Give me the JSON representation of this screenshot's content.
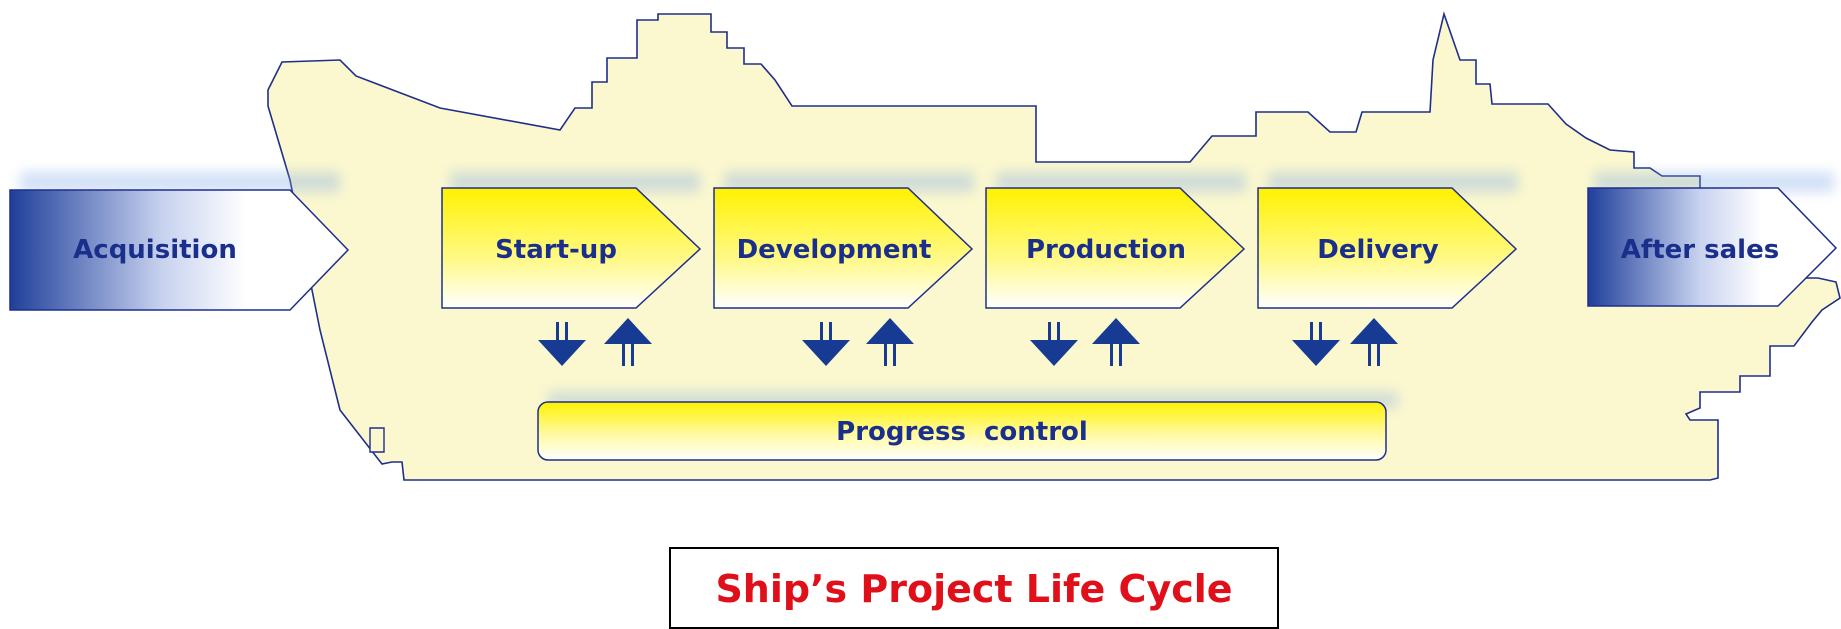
{
  "diagram": {
    "start_stage": "Acquisition",
    "phases": [
      "Start-up",
      "Development",
      "Production",
      "Delivery"
    ],
    "end_stage": "After sales",
    "control_bar": "Progress  control",
    "caption": "Ship’s Project Life Cycle"
  },
  "colors": {
    "hull_fill": "#fbf8cf",
    "hull_stroke": "#1f2e8c",
    "phase_yellow": "#fff200",
    "stage_blue": "#1f3f9a",
    "text_blue": "#1a2f8c",
    "arrow_blue": "#173a93",
    "caption_red": "#e0101a"
  }
}
